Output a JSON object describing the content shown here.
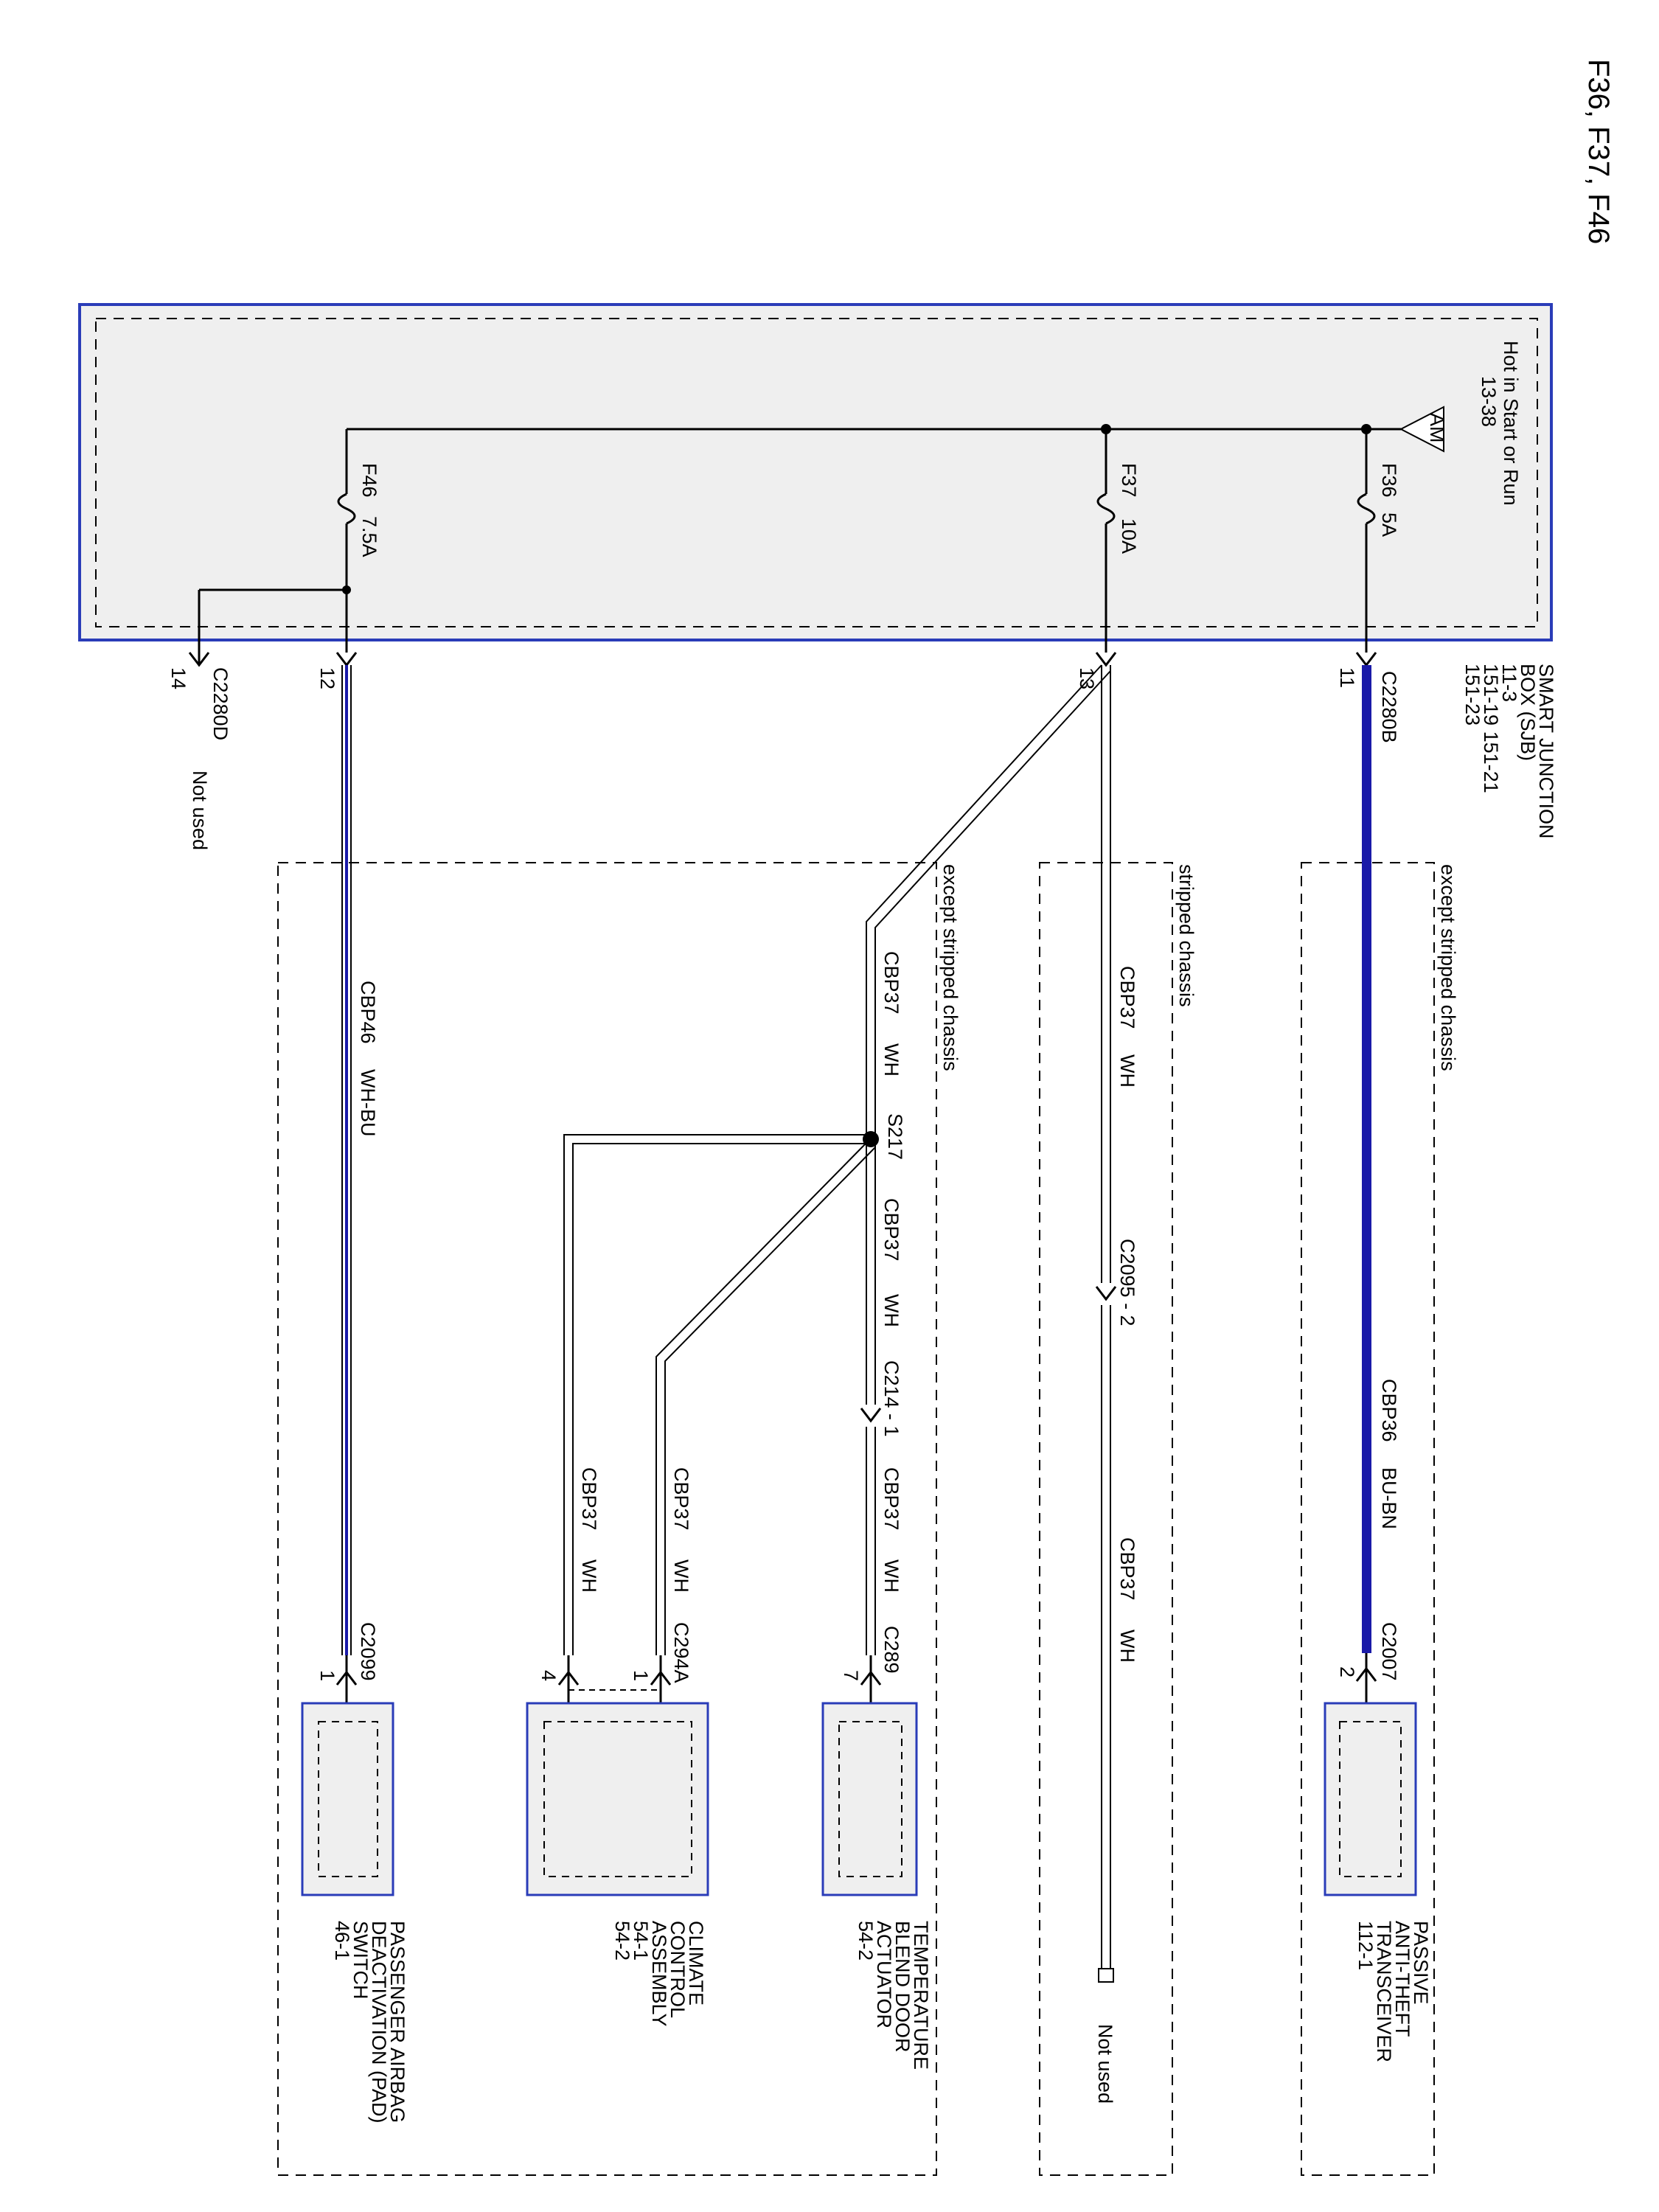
{
  "page_title": "F36, F37, F46",
  "sjb": {
    "name_line1": "SMART JUNCTION",
    "name_line2": "BOX (SJB)",
    "ref_line1": "11-3",
    "ref_line2": "151-19   151-21",
    "ref_line3": "151-23",
    "power_symbol": "AM",
    "power_note": "Hot in Start or Run",
    "power_ref": "13-38"
  },
  "fuses": [
    {
      "id": "F36",
      "rating": "5A"
    },
    {
      "id": "F37",
      "rating": "10A"
    },
    {
      "id": "F46",
      "rating": "7.5A"
    }
  ],
  "connectors": {
    "c2280b": "C2280B",
    "c2280d": "C2280D",
    "pin11": "11",
    "pin13": "13",
    "pin12": "12",
    "pin14": "14",
    "c2007": "C2007",
    "c2007_pin": "2",
    "c2095": "C2095 - 2",
    "c214": "C214 - 1",
    "c289": "C289",
    "c289_pin": "7",
    "c294a": "C294A",
    "c294a_pin1": "1",
    "c294a_pin4": "4",
    "c2099": "C2099",
    "c2099_pin": "1"
  },
  "wires": {
    "cbp36": "CBP36",
    "cbp36_color": "BU-BN",
    "cbp37": "CBP37",
    "wh": "WH",
    "cbp46": "CBP46",
    "cbp46_color": "WH-BU"
  },
  "splice": "S217",
  "notes": {
    "not_used": "Not used",
    "except_stripped": "except stripped chassis",
    "stripped": "stripped chassis"
  },
  "components": {
    "pats": [
      "PASSIVE",
      "ANTI-THEFT",
      "TRANSCEIVER",
      "112-1"
    ],
    "tbda": [
      "TEMPERATURE",
      "BLEND DOOR",
      "ACTUATOR",
      "54-2"
    ],
    "cca": [
      "CLIMATE",
      "CONTROL",
      "ASSEMBLY",
      "54-1",
      "54-2"
    ],
    "pad": [
      "PASSENGER AIRBAG",
      "DEACTIVATION (PAD)",
      "SWITCH",
      "46-1"
    ]
  },
  "colors": {
    "box_border": "#2a3cb8",
    "box_fill": "#efefef",
    "wire_blue": "#1a1aa8",
    "line": "#000000"
  }
}
